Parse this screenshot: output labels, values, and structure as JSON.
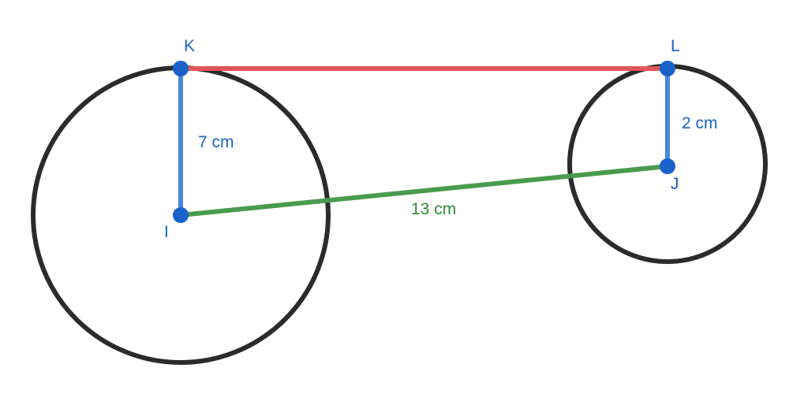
{
  "colors": {
    "circle": "#2b2b2b",
    "radius": "#4a86d4",
    "tangent": "#e05555",
    "center_line": "#4a9a4f",
    "point": "#1a62c9",
    "label_blue": "#1a62c9",
    "label_green": "#2e8b36"
  },
  "points": {
    "K": "K",
    "L": "L",
    "I": "I",
    "J": "J"
  },
  "measurements": {
    "radius_I": "7 cm",
    "radius_J": "2 cm",
    "center_distance": "13 cm"
  }
}
